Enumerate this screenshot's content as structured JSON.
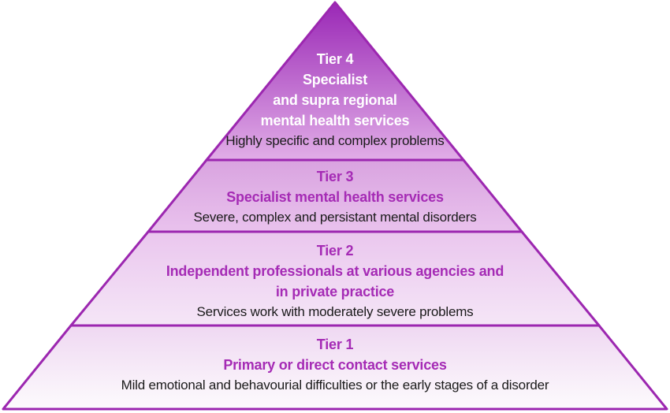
{
  "figure": {
    "type": "pyramid-diagram",
    "tiers": [
      {
        "id": "tier-4",
        "heading_lines": [
          "Tier 4",
          "Specialist",
          "and supra regional",
          "mental health services"
        ],
        "description": "Highly specific and complex problems"
      },
      {
        "id": "tier-3",
        "heading_lines": [
          "Tier 3",
          "Specialist mental health services"
        ],
        "description": "Severe, complex and persistant mental disorders"
      },
      {
        "id": "tier-2",
        "heading_lines": [
          "Tier 2",
          "Independent professionals at various agencies and",
          "in private practice"
        ],
        "description": "Services work with moderately severe problems"
      },
      {
        "id": "tier-1",
        "heading_lines": [
          "Tier 1",
          "Primary or direct contact services"
        ],
        "description": "Mild emotional and behavourial difficulties or the early stages of a disorder"
      }
    ],
    "colors": {
      "background": "#FFFFFF",
      "outline": "#9C27B0",
      "heading_text": "#A52BB5",
      "tier4_heading_text": "#FFFFFF",
      "description_text": "#1A1A1A",
      "tier4_gradient_top": "#9A28B6",
      "tier4_gradient_bottom": "#E1ADE7",
      "tier3_gradient_top": "#D9A3E0",
      "tier3_gradient_bottom": "#E9C2ED",
      "tier2_gradient_top": "#EAC6EE",
      "tier2_gradient_bottom": "#F5E6F7",
      "tier1_gradient_top": "#EFD8F2",
      "tier1_gradient_bottom": "#FDFBFD"
    }
  }
}
